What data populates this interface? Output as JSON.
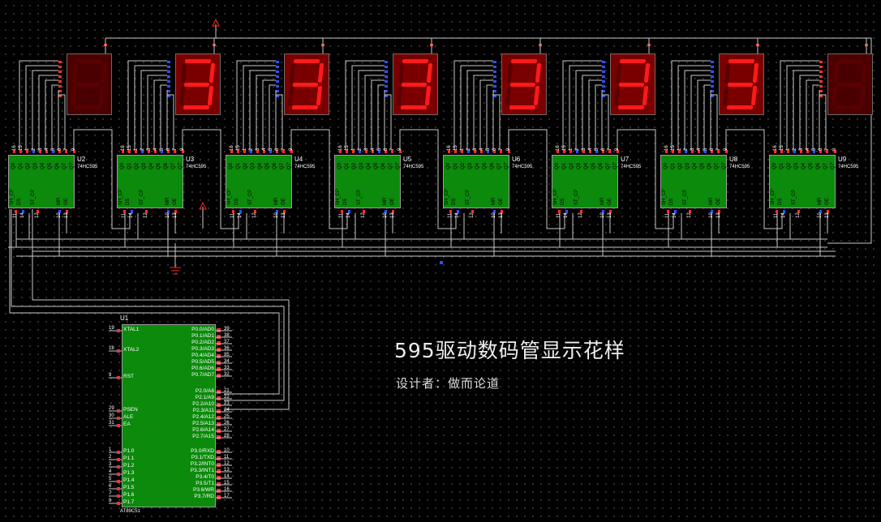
{
  "title": "595驱动数码管显示花样",
  "designer": "设计者：做而论道",
  "colors": {
    "wire": "#c8c8c8",
    "chip": "#0c8a0c",
    "seg_on": "#ff1a1a",
    "seg_off": "#5a0000",
    "disp_bg_on": "#7a0000",
    "disp_bg_off": "#4a0000",
    "pin_red": "#ff3030",
    "pin_blue": "#3050ff",
    "power": "#ff2020"
  },
  "shift_registers": [
    {
      "ref": "U2",
      "part": "74HC595",
      "qlabels": [
        "Q0",
        "Q1",
        "Q2",
        "Q3",
        "Q4",
        "Q5",
        "Q6",
        "Q7"
      ],
      "qpins": [
        "15",
        "1",
        "2",
        "3",
        "4",
        "5",
        "6",
        "7"
      ],
      "vcc_pin": "16",
      "ctrl": [
        "SH_CP",
        "DS",
        "ST_CP",
        "MR",
        "OE"
      ],
      "bpins": [
        "11",
        "14",
        "12",
        "10",
        "13"
      ],
      "q7s_pin": "9"
    },
    {
      "ref": "U3",
      "part": "74HC595",
      "qlabels": [
        "Q0",
        "Q1",
        "Q2",
        "Q3",
        "Q4",
        "Q5",
        "Q6",
        "Q7"
      ],
      "qpins": [
        "15",
        "1",
        "2",
        "3",
        "4",
        "5",
        "6",
        "7"
      ],
      "vcc_pin": "16",
      "ctrl": [
        "SH_CP",
        "DS",
        "ST_CP",
        "MR",
        "OE"
      ],
      "bpins": [
        "11",
        "14",
        "12",
        "10",
        "13"
      ],
      "q7s_pin": "9"
    },
    {
      "ref": "U4",
      "part": "74HC595",
      "qlabels": [
        "Q0",
        "Q1",
        "Q2",
        "Q3",
        "Q4",
        "Q5",
        "Q6",
        "Q7"
      ],
      "qpins": [
        "15",
        "1",
        "2",
        "3",
        "4",
        "5",
        "6",
        "7"
      ],
      "vcc_pin": "16",
      "ctrl": [
        "SH_CP",
        "DS",
        "ST_CP",
        "MR",
        "OE"
      ],
      "bpins": [
        "11",
        "14",
        "12",
        "10",
        "13"
      ],
      "q7s_pin": "9"
    },
    {
      "ref": "U5",
      "part": "74HC595",
      "qlabels": [
        "Q0",
        "Q1",
        "Q2",
        "Q3",
        "Q4",
        "Q5",
        "Q6",
        "Q7"
      ],
      "qpins": [
        "15",
        "1",
        "2",
        "3",
        "4",
        "5",
        "6",
        "7"
      ],
      "vcc_pin": "16",
      "ctrl": [
        "SH_CP",
        "DS",
        "ST_CP",
        "MR",
        "OE"
      ],
      "bpins": [
        "11",
        "14",
        "12",
        "10",
        "13"
      ],
      "q7s_pin": "9"
    },
    {
      "ref": "U6",
      "part": "74HC595",
      "qlabels": [
        "Q0",
        "Q1",
        "Q2",
        "Q3",
        "Q4",
        "Q5",
        "Q6",
        "Q7"
      ],
      "qpins": [
        "15",
        "1",
        "2",
        "3",
        "4",
        "5",
        "6",
        "7"
      ],
      "vcc_pin": "16",
      "ctrl": [
        "SH_CP",
        "DS",
        "ST_CP",
        "MR",
        "OE"
      ],
      "bpins": [
        "11",
        "14",
        "12",
        "10",
        "13"
      ],
      "q7s_pin": "9"
    },
    {
      "ref": "U7",
      "part": "74HC595",
      "qlabels": [
        "Q0",
        "Q1",
        "Q2",
        "Q3",
        "Q4",
        "Q5",
        "Q6",
        "Q7"
      ],
      "qpins": [
        "15",
        "1",
        "2",
        "3",
        "4",
        "5",
        "6",
        "7"
      ],
      "vcc_pin": "16",
      "ctrl": [
        "SH_CP",
        "DS",
        "ST_CP",
        "MR",
        "OE"
      ],
      "bpins": [
        "11",
        "14",
        "12",
        "10",
        "13"
      ],
      "q7s_pin": "9"
    },
    {
      "ref": "U8",
      "part": "74HC595",
      "qlabels": [
        "Q0",
        "Q1",
        "Q2",
        "Q3",
        "Q4",
        "Q5",
        "Q6",
        "Q7"
      ],
      "qpins": [
        "15",
        "1",
        "2",
        "3",
        "4",
        "5",
        "6",
        "7"
      ],
      "vcc_pin": "16",
      "ctrl": [
        "SH_CP",
        "DS",
        "ST_CP",
        "MR",
        "OE"
      ],
      "bpins": [
        "11",
        "14",
        "12",
        "10",
        "13"
      ],
      "q7s_pin": "9"
    },
    {
      "ref": "U9",
      "part": "74HC595",
      "qlabels": [
        "Q0",
        "Q1",
        "Q2",
        "Q3",
        "Q4",
        "Q5",
        "Q6",
        "Q7"
      ],
      "qpins": [
        "15",
        "1",
        "2",
        "3",
        "4",
        "5",
        "6",
        "7"
      ],
      "vcc_pin": "16",
      "ctrl": [
        "SH_CP",
        "DS",
        "ST_CP",
        "MR",
        "OE"
      ],
      "bpins": [
        "11",
        "14",
        "12",
        "10",
        "13"
      ],
      "q7s_pin": "9"
    }
  ],
  "displays": [
    {
      "digit": "8",
      "lit": false
    },
    {
      "digit": "3",
      "lit": true
    },
    {
      "digit": "3",
      "lit": true
    },
    {
      "digit": "3",
      "lit": true
    },
    {
      "digit": "3",
      "lit": true
    },
    {
      "digit": "3",
      "lit": true
    },
    {
      "digit": "3",
      "lit": true
    },
    {
      "digit": "8",
      "lit": false
    }
  ],
  "mcu": {
    "ref": "U1",
    "part": "AT89C51",
    "left_pins": [
      {
        "num": "19",
        "name": "XTAL1"
      },
      {
        "num": "18",
        "name": "XTAL2"
      },
      {
        "num": "9",
        "name": "RST"
      },
      {
        "num": "29",
        "name": "PSEN"
      },
      {
        "num": "30",
        "name": "ALE"
      },
      {
        "num": "31",
        "name": "EA"
      },
      {
        "num": "1",
        "name": "P1.0"
      },
      {
        "num": "2",
        "name": "P1.1"
      },
      {
        "num": "3",
        "name": "P1.2"
      },
      {
        "num": "4",
        "name": "P1.3"
      },
      {
        "num": "5",
        "name": "P1.4"
      },
      {
        "num": "6",
        "name": "P1.5"
      },
      {
        "num": "7",
        "name": "P1.6"
      },
      {
        "num": "8",
        "name": "P1.7"
      }
    ],
    "right_pins": [
      {
        "num": "39",
        "name": "P0.0/AD0"
      },
      {
        "num": "38",
        "name": "P0.1/AD1"
      },
      {
        "num": "37",
        "name": "P0.2/AD2"
      },
      {
        "num": "36",
        "name": "P0.3/AD3"
      },
      {
        "num": "35",
        "name": "P0.4/AD4"
      },
      {
        "num": "34",
        "name": "P0.5/AD5"
      },
      {
        "num": "33",
        "name": "P0.6/AD6"
      },
      {
        "num": "32",
        "name": "P0.7/AD7"
      },
      {
        "num": "21",
        "name": "P2.0/A8"
      },
      {
        "num": "22",
        "name": "P2.1/A9"
      },
      {
        "num": "23",
        "name": "P2.2/A10"
      },
      {
        "num": "24",
        "name": "P2.3/A11"
      },
      {
        "num": "25",
        "name": "P2.4/A12"
      },
      {
        "num": "26",
        "name": "P2.5/A13"
      },
      {
        "num": "27",
        "name": "P2.6/A14"
      },
      {
        "num": "28",
        "name": "P2.7/A15"
      },
      {
        "num": "10",
        "name": "P3.0/RXD"
      },
      {
        "num": "11",
        "name": "P3.1/TXD"
      },
      {
        "num": "12",
        "name": "P3.2/INT0"
      },
      {
        "num": "13",
        "name": "P3.3/INT1"
      },
      {
        "num": "14",
        "name": "P3.4/T0"
      },
      {
        "num": "15",
        "name": "P3.5/T1"
      },
      {
        "num": "16",
        "name": "P3.6/WR"
      },
      {
        "num": "17",
        "name": "P3.7/RD"
      }
    ]
  }
}
